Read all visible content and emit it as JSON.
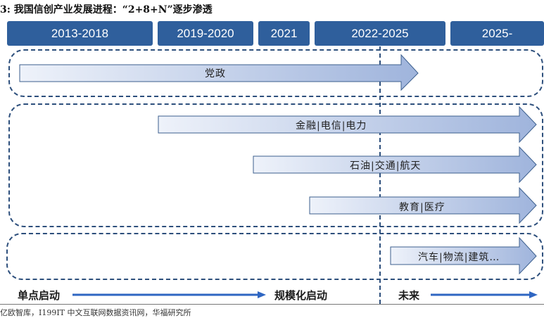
{
  "title": "3:  我国信创产业发展进程：“2+8+N”逐步渗透",
  "phases": [
    "2013-2018",
    "2019-2020",
    "2021",
    "2022-2025",
    "2025-"
  ],
  "arrows": [
    "党政",
    "金融|电信|电力",
    "石油|交通|航天",
    "教育|医疗",
    "汽车|物流|建筑…"
  ],
  "timeline": {
    "start": "单点启动",
    "middle": "规模化启动",
    "future": "未来"
  },
  "source": "亿欧智库，I199IT 中文互联网数据资讯网，华福研究所",
  "colors": {
    "phase_bg": "#2f5f9c",
    "dash_border": "#2d4f7c",
    "arrow_light": "#eef2fa",
    "arrow_dark": "#9fb4dc",
    "timeline_arrow": "#2f66c2"
  }
}
